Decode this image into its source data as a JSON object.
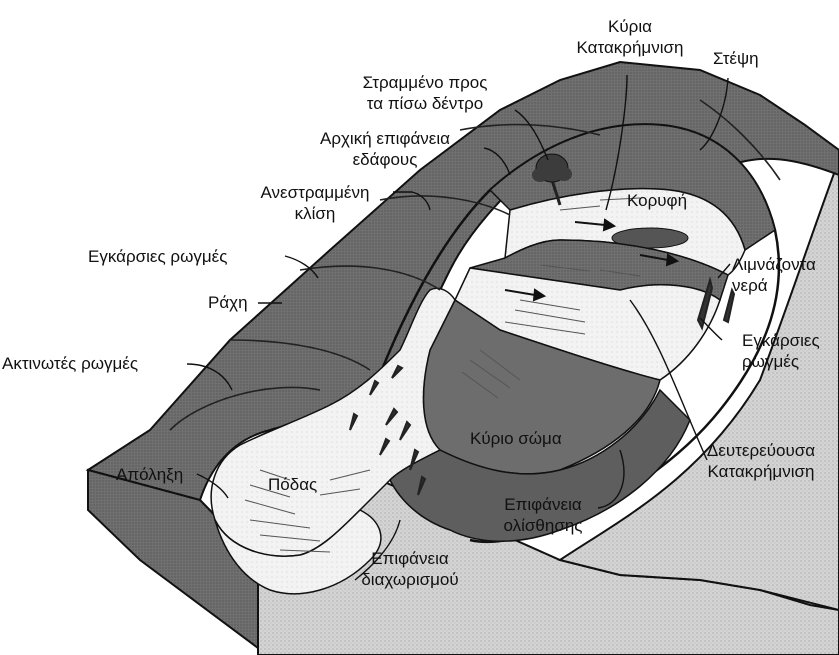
{
  "labels": {
    "main_scarp": [
      "Κύρια",
      "Κατακρήμνιση"
    ],
    "crown": "Στέψη",
    "tilted_tree": [
      "Στραμμένο προς",
      "τα πίσω δέντρο"
    ],
    "original_ground": [
      "Αρχική επιφάνεια",
      "εδάφους"
    ],
    "reverse_slope": [
      "Ανεστραμμένη",
      "κλίση"
    ],
    "head": "Κορυφή",
    "ponded_water": [
      "Λιμνάζοντα",
      "νερά"
    ],
    "transverse_cracks_left": "Εγκάρσιες ρωγμές",
    "transverse_cracks_right": [
      "Εγκάρσιες",
      "ρωγμές"
    ],
    "ridge": "Ράχη",
    "radial_cracks": "Ακτινωτές ρωγμές",
    "minor_scarp": [
      "Δευτερεύουσα",
      "Κατακρήμνιση"
    ],
    "main_body": "Κύριο σώμα",
    "toe_tip": "Απόληξη",
    "foot": "Πόδας",
    "surface_of_rupture": [
      "Επιφάνεια",
      "ολίσθησης"
    ],
    "surface_of_separation": [
      "Επιφάνεια",
      "διαχωρισμού"
    ]
  },
  "colors": {
    "hill_top": "#7a7a7a",
    "hill_side": "#cfcfcf",
    "scarp_dark": "#5a5a5a",
    "slide_light": "#f2f2f2",
    "outline": "#111111"
  }
}
